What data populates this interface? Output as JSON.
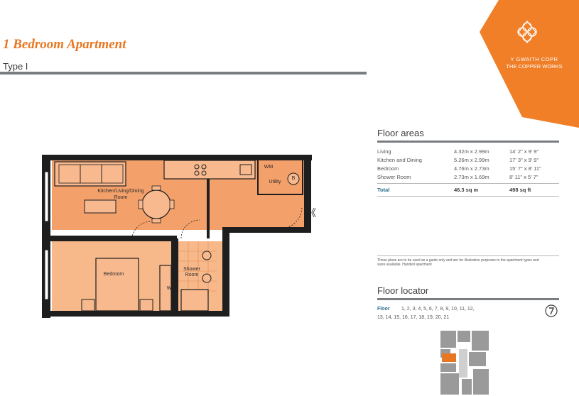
{
  "header": {
    "title": "1 Bedroom Apartment",
    "subtitle": "Type I"
  },
  "logo": {
    "line1": "Y GWAITH COPR",
    "line2": "THE COPPER WORKS",
    "icon": "diamond-knot-icon"
  },
  "floor_areas": {
    "heading": "Floor areas",
    "rows": [
      {
        "room": "Living",
        "metric": "4.32m x 2.99m",
        "imperial": "14' 2\" x 9' 9\""
      },
      {
        "room": "Kitchen and Dining",
        "metric": "5.26m x 2.99m",
        "imperial": "17' 3\" x 9' 9\""
      },
      {
        "room": "Bedroom",
        "metric": "4.76m x 2.73m",
        "imperial": "15' 7\" x 8' 11\""
      },
      {
        "room": "Shower Room",
        "metric": "2.73m x 1.69m",
        "imperial": "8' 11\" x 5' 7\""
      }
    ],
    "total": {
      "label": "Total",
      "metric": "46.3 sq m",
      "imperial": "498 sq ft"
    }
  },
  "disclaimer": "These plans are to be used as a guide only and are for illustrative purposes to the apartment types and sizes available. Handed apartment",
  "floor_locator": {
    "heading": "Floor locator",
    "label": "Floor",
    "floors_line1": "1, 2, 3, 4, 5, 6, 7, 8, 9, 10, 11, 12,",
    "floors_line2": "13, 14, 15, 16, 17, 18, 19, 20, 21",
    "compass_icon": "north-arrow-icon"
  },
  "plan_labels": {
    "kitchen_living_1": "Kitchen/Living/Dining",
    "kitchen_living_2": "Room",
    "bedroom": "Bedroom",
    "shower_1": "Shower",
    "shower_2": "Room",
    "utility": "Utility",
    "wm": "WM",
    "boiler": "B",
    "wardrobe": "W",
    "entrance": "《"
  },
  "colors": {
    "accent": "#e87722",
    "plan_room": "#f4a06a",
    "bedroom": "#f7b88a",
    "wall": "#1e1e1e",
    "rule": "#7a7d80",
    "locator_gray": "#9a9a9a",
    "locator_highlight": "#e87722"
  }
}
